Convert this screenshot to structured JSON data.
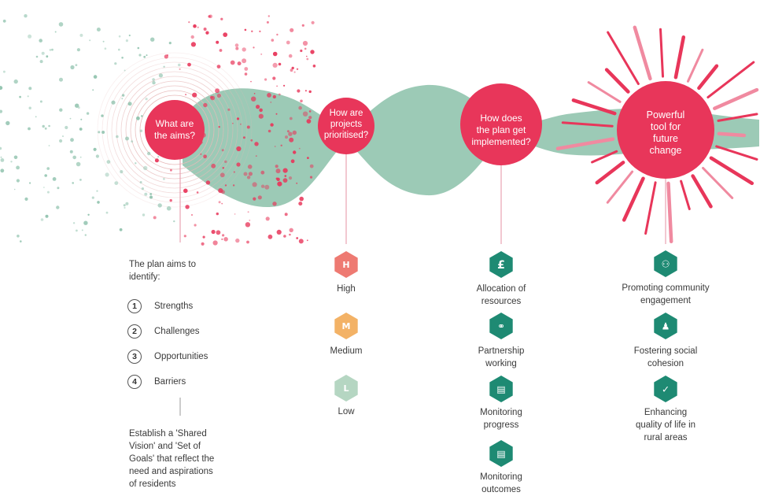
{
  "colors": {
    "accent_red": "#e8365a",
    "teal": "#1e8a73",
    "blob": "#9ccab6",
    "priority_high": "#ee7a72",
    "priority_medium": "#f3b266",
    "priority_low": "#b5d6c2"
  },
  "nodes": [
    {
      "label": "What are\nthe aims?"
    },
    {
      "label": "How are\nprojects\nprioritised?"
    },
    {
      "label": "How does\nthe plan get\nimplemented?"
    },
    {
      "label": "Powerful\ntool for\nfuture\nchange"
    }
  ],
  "aims": {
    "intro": "The plan aims to\nidentify:",
    "items": [
      {
        "num": "1",
        "label": "Strengths"
      },
      {
        "num": "2",
        "label": "Challenges"
      },
      {
        "num": "3",
        "label": "Opportunities"
      },
      {
        "num": "4",
        "label": "Barriers"
      }
    ],
    "conclusion": "Establish a 'Shared\nVision' and 'Set of\nGoals' that reflect the\nneed and aspirations\nof residents"
  },
  "priorities": [
    {
      "letter": "H",
      "label": "High",
      "icon": "hexagon-h-icon"
    },
    {
      "letter": "M",
      "label": "Medium",
      "icon": "hexagon-m-icon"
    },
    {
      "letter": "L",
      "label": "Low",
      "icon": "hexagon-l-icon"
    }
  ],
  "implementation": [
    {
      "label": "Allocation of\nresources",
      "icon": "pound-sign-icon",
      "glyph": "£"
    },
    {
      "label": "Partnership\nworking",
      "icon": "handshake-icon",
      "glyph": "⚭"
    },
    {
      "label": "Monitoring\nprogress",
      "icon": "clipboard-icon",
      "glyph": "▤"
    },
    {
      "label": "Monitoring\noutcomes",
      "icon": "clipboard-icon",
      "glyph": "▤"
    }
  ],
  "outcomes": [
    {
      "label": "Promoting community\nengagement",
      "icon": "community-icon",
      "glyph": "⚇"
    },
    {
      "label": "Fostering social\ncohesion",
      "icon": "group-icon",
      "glyph": "♟"
    },
    {
      "label": "Enhancing\nquality of life in\nrural areas",
      "icon": "check-circle-icon",
      "glyph": "✓"
    }
  ]
}
